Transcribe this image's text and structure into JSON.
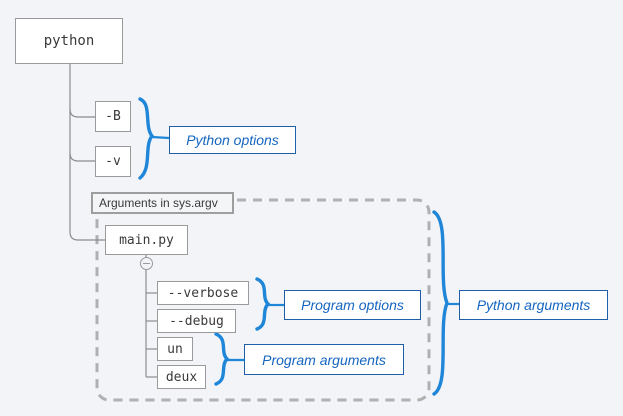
{
  "diagram": {
    "title": "python command line anatomy",
    "background_color": "#f2f4f8",
    "node_border_color": "#9a9a9a",
    "callout_color": "#1565c0",
    "brace_color": "#1f86d8",
    "dashed_border_color": "#b0b0b0"
  },
  "root": {
    "label": "python"
  },
  "python_options": [
    {
      "label": "-B"
    },
    {
      "label": "-v"
    }
  ],
  "group": {
    "label": "Arguments in sys.argv"
  },
  "script": {
    "label": "main.py",
    "toggle": "collapse-minus"
  },
  "program_options": [
    {
      "label": "--verbose"
    },
    {
      "label": "--debug"
    }
  ],
  "program_arguments": [
    {
      "label": "un"
    },
    {
      "label": "deux"
    }
  ],
  "callouts": {
    "python_options": "Python options",
    "program_options": "Program options",
    "program_arguments": "Program arguments",
    "python_arguments": "Python arguments"
  }
}
